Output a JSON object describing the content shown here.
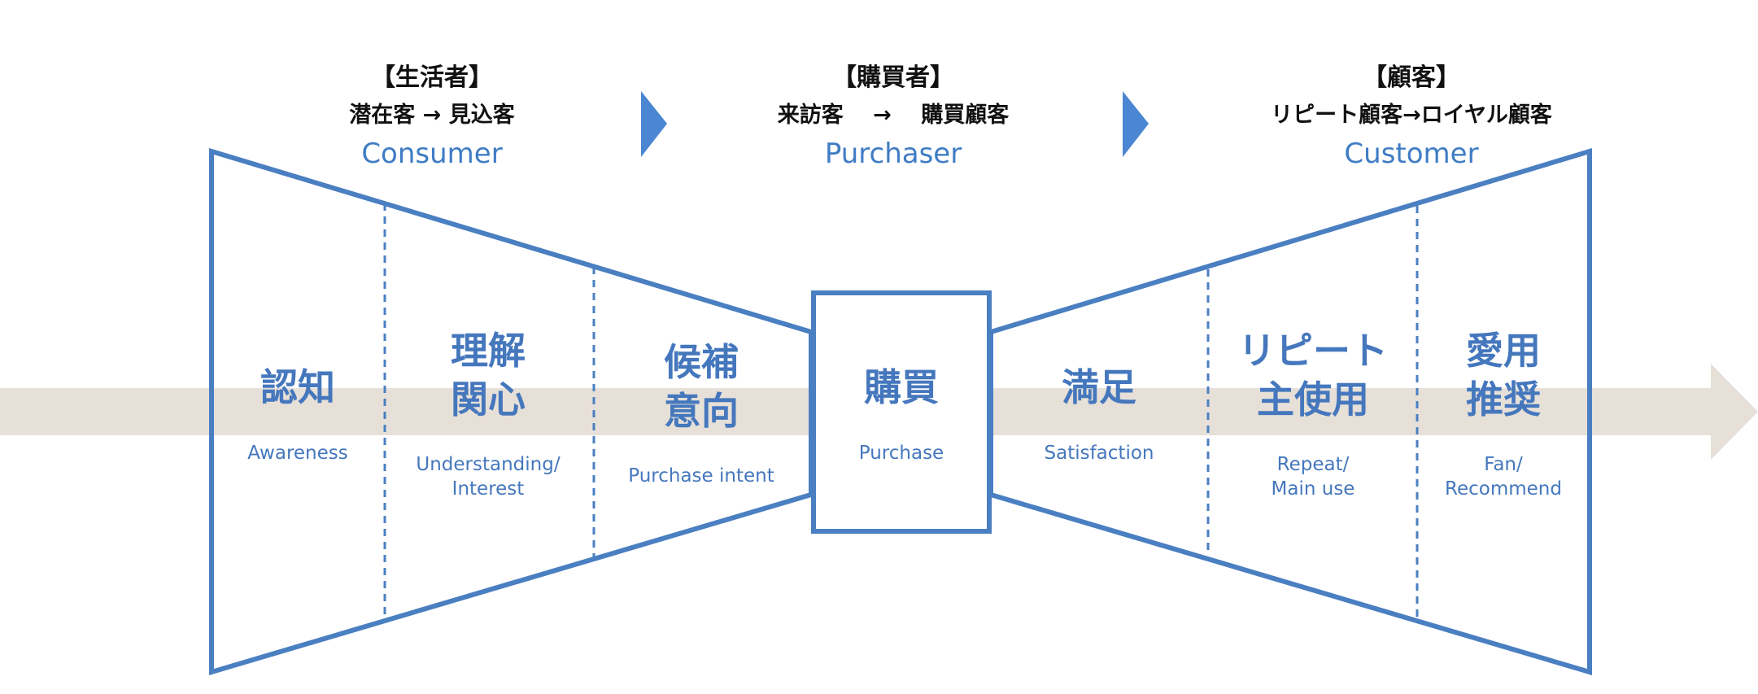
{
  "colors": {
    "outline": "#4a7fc1",
    "header_english": "#3f7cc4",
    "stage_text": "#4577bd",
    "arrow_band": "#e6e0d8",
    "chevron": "#4a86d2"
  },
  "headers": [
    {
      "jp": "【生活者】",
      "sub": "潜在客 → 見込客",
      "en": "Consumer"
    },
    {
      "jp": "【購買者】",
      "sub": "来訪客　 →　 購買顧客",
      "en": "Purchaser"
    },
    {
      "jp": "【顧客】",
      "sub": "リピート顧客→ロイヤル顧客",
      "en": "Customer"
    }
  ],
  "stages": [
    {
      "jp": [
        "認知"
      ],
      "en": [
        "Awareness"
      ]
    },
    {
      "jp": [
        "理解",
        "関心"
      ],
      "en": [
        "Understanding/",
        "Interest"
      ]
    },
    {
      "jp": [
        "候補",
        "意向"
      ],
      "en": [
        "Purchase intent"
      ]
    },
    {
      "jp": [
        "購買"
      ],
      "en": [
        "Purchase"
      ]
    },
    {
      "jp": [
        "満足"
      ],
      "en": [
        "Satisfaction"
      ]
    },
    {
      "jp": [
        "リピート",
        "主使用"
      ],
      "en": [
        "Repeat/",
        "Main use"
      ]
    },
    {
      "jp": [
        "愛用",
        "推奨"
      ],
      "en": [
        "Fan/",
        "Recommend"
      ]
    }
  ]
}
